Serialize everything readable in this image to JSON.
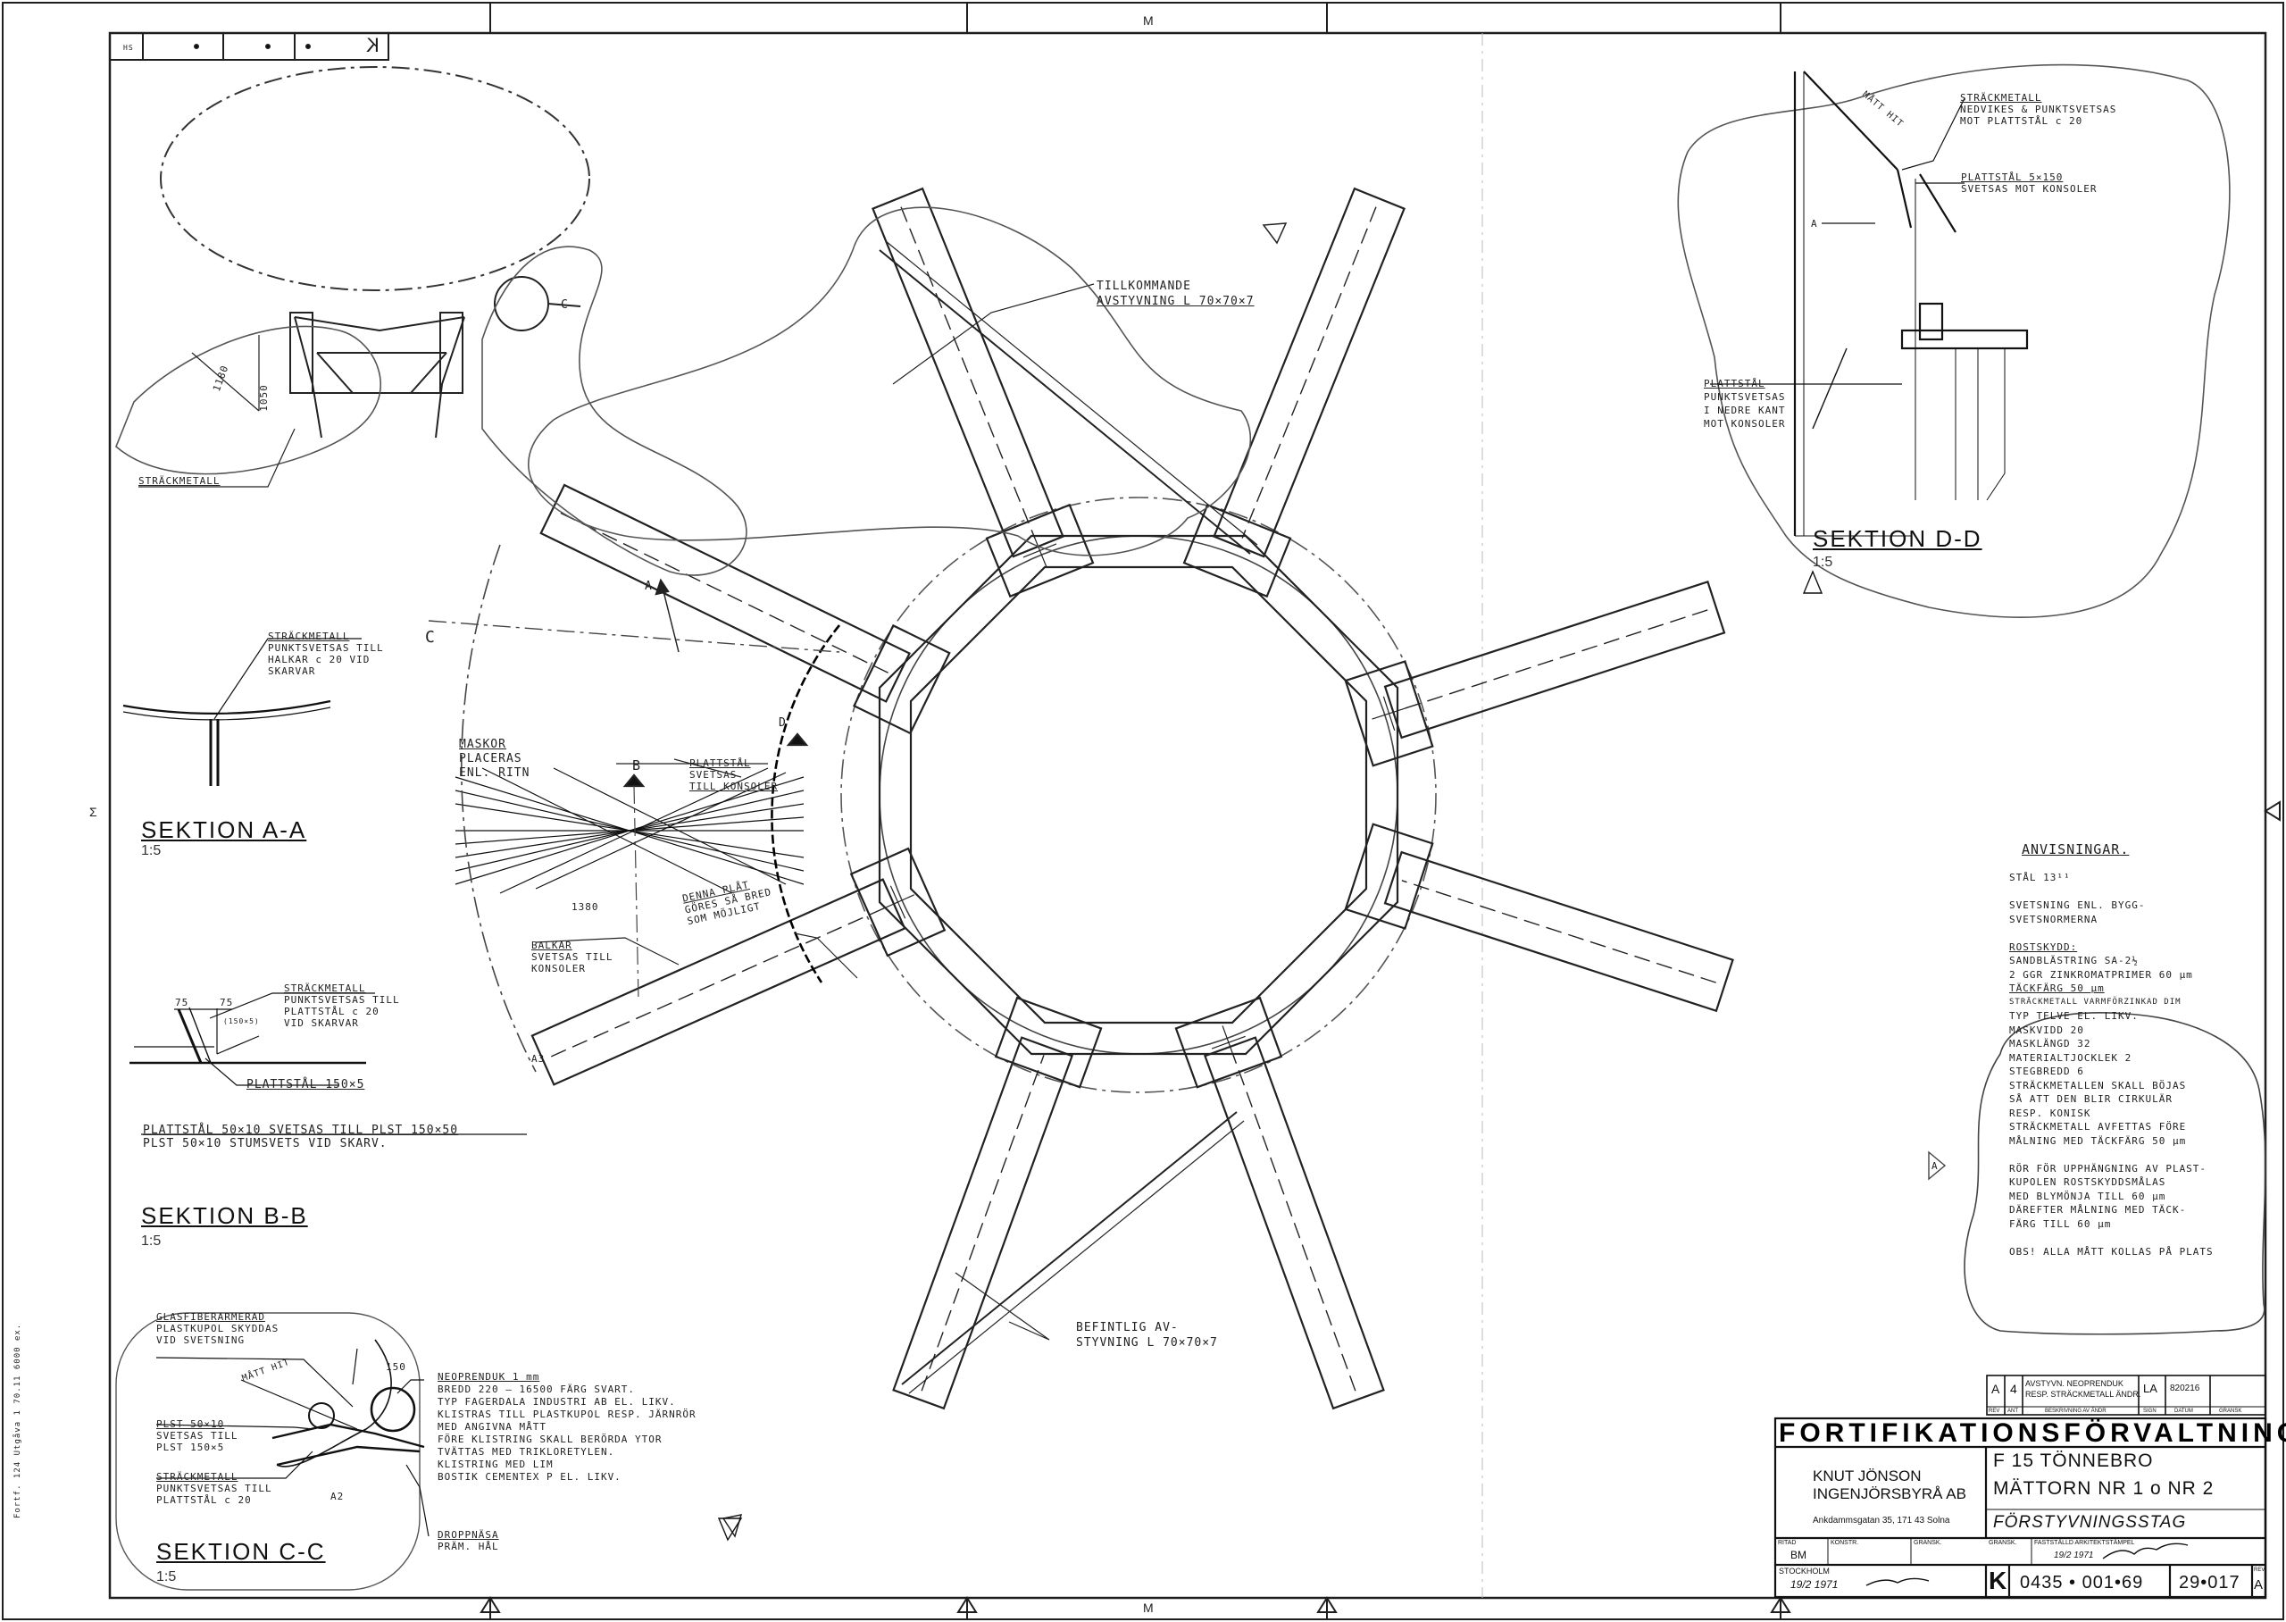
{
  "header": {
    "grid_top": "M",
    "grid_bottom": "M",
    "grid_left": "Σ",
    "corner_code": "K",
    "corner_box": "HS"
  },
  "plan": {
    "label_tillkommande": [
      "TILLKOMMANDE",
      "AVSTYVNING  L 70×70×7"
    ],
    "label_befintlig": [
      "BEFINTLIG  AV-",
      "STYVNING  L 70×70×7"
    ],
    "label_maskor": [
      "MASKOR",
      "PLACERAS",
      "ENL. RITN"
    ],
    "label_plattstal": [
      "PLATTSTÅL",
      "SVETSAS",
      "TILL KONSOLER"
    ],
    "label_denna": [
      "DENNA  PLÅT",
      "GÖRES  SÅ BRED",
      "SOM MÖJLIGT"
    ],
    "label_balkar": [
      "BALKAR",
      "SVETSAS TILL",
      "KONSOLER"
    ],
    "marker_a": "A",
    "marker_b": "B",
    "marker_c": "C",
    "marker_d": "D",
    "dim_1380": "1380",
    "marker_a3": "A3"
  },
  "section_aa": {
    "title": "SEKTION  A-A",
    "scale": "1:5",
    "note": [
      "STRÄCKMETALL",
      "PUNKTSVETSAS  TILL",
      "HALKAR  c 20  VID",
      "SKARVAR"
    ]
  },
  "section_bb": {
    "title": "SEKTION  B-B",
    "scale": "1:5",
    "note_top": [
      "STRÄCKMETALL",
      "PUNKTSVETSAS TILL",
      "PLATTSTÅL  c 20",
      "VID SKARVAR"
    ],
    "dim_75a": "75",
    "dim_75b": "75",
    "dim_slant": "(150×5)",
    "note_plattstal": "PLATTSTÅL  150×5",
    "note_bottom": [
      "PLATTSTÅL  50×10  SVETSAS TILL PLST  150×50",
      "PLST 50×10  STUMSVETS VID SKARV."
    ]
  },
  "section_cc": {
    "title": "SEKTION  C-C",
    "scale": "1:5",
    "note_glas": [
      "GLASFIBERARMERAD",
      "PLASTKUPOL  SKYDDAS",
      "VID SVETSNING"
    ],
    "note_matt": "MÅTT  HIT",
    "dim_150": "150",
    "note_plst": [
      "PLST 50×10",
      "SVETSAS TILL",
      "PLST 150×5"
    ],
    "note_strack": [
      "STRÄCKMETALL",
      "PUNKTSVETSAS TILL",
      "PLATTSTÅL  c 20"
    ],
    "note_neopren": [
      "NEOPRENDUK  1 mm",
      "BREDD  220  –  16500   FÄRG SVART.",
      "TYP FAGERDALA  INDUSTRI AB EL. LIKV.",
      "KLISTRAS  TILL  PLASTKUPOL RESP.  JÄRNRÖR",
      "MED  ANGIVNA  MÅTT",
      "FÖRE  KLISTRING  SKALL BERÖRDA YTOR",
      "TVÄTTAS MED TRIKLORETYLEN.",
      "KLISTRING  MED  LIM",
      "BOSTIK CEMENTEX  P  EL. LIKV."
    ],
    "note_dropp": [
      "DROPPNÄSA",
      "PRÄM. HÅL"
    ],
    "marker_a2": "A2",
    "upper_dims": [
      "1180",
      "1050"
    ],
    "upper_label": "STRÄCKMETALL",
    "upper_marker": "C"
  },
  "section_dd": {
    "title": "SEKTION  D-D",
    "scale": "1:5",
    "note_strack": [
      "STRÄCKMETALL",
      "NEDVIKES  &  PUNKTSVETSAS",
      "MOT PLATTSTÅL  c 20"
    ],
    "note_plattstal_top": [
      "PLATTSTÅL  5×150",
      "SVETSAS  MOT  KONSOLER"
    ],
    "note_plattstal_low": [
      "PLATTSTÅL",
      "PUNKTSVETSAS",
      "I NEDRE  KANT",
      "MOT KONSOLER"
    ],
    "matt_hit": "MÅTT  HIT",
    "marker_a": "A"
  },
  "anvisningar": {
    "title": "ANVISNINGAR.",
    "lines": [
      "STÅL  13¹¹",
      "",
      "SVETSNING  ENL.  BYGG-",
      "SVETSNORMERNA",
      "",
      "ROSTSKYDD:",
      "   SANDBLÄSTRING  SA-2½",
      "   2 GGR ZINKROMATPRIMER 60 μm",
      "   TÄCKFÄRG  50 μm",
      "STRÄCKMETALL  VARMFÖRZINKAD  DIM",
      "   TYP  TELVE  EL. LIKV.",
      "MASKVIDD  20",
      "MASKLÄNGD  32",
      "MATERIALTJOCKLEK  2",
      "STEGBREDD  6",
      "STRÄCKMETALLEN  SKALL  BÖJAS",
      "SÅ ATT DEN BLIR CIRKULÄR",
      "RESP. KONISK",
      "STRÄCKMETALL  AVFETTAS  FÖRE",
      "MÅLNING  MED  TÄCKFÄRG  50 μm",
      "",
      "RÖR  FÖR  UPPHÄNGNING  AV  PLAST-",
      "KUPOLEN  ROSTSKYDDSMÅLAS",
      "MED  BLYMÖNJA  TILL  60 μm",
      "DÄREFTER  MÅLNING  MED  TÄCK-",
      "FÄRG  TILL  60 μm",
      "",
      "OBS!  ALLA  MÅTT  KOLLAS  PÅ  PLATS"
    ],
    "marker": "A"
  },
  "revision": {
    "rev": "A",
    "ant": "4",
    "text": [
      "AVSTYVN. NEOPRENDUK",
      "RESP. STRÄCKMETALL ÄNDR."
    ],
    "sign": "LA",
    "date": "820216",
    "gransk": "",
    "hdr": [
      "REV",
      "ANT",
      "BESKRIVNING AV ÄNDR",
      "SIGN",
      "DATUM",
      "GRANSK"
    ]
  },
  "title_block": {
    "org": "FORTIFIKATIONSFÖRVALTNINGEN",
    "company1": "KNUT JÖNSON",
    "company2": "INGENJÖRSBYRÅ AB",
    "company_addr": "Ankdammsgatan 35, 171 43 Solna",
    "project1": "F 15  TÖNNEBRO",
    "project2": "MÄTTORN  NR 1  o  NR 2",
    "drawing_title": "FÖRSTYVNINGSSTAG",
    "lbl_ritad": "RITAD",
    "lbl_konstr": "KONSTR.",
    "lbl_gransk": "GRANSK.",
    "lbl_gransk2": "GRANSK.",
    "lbl_fastst": "FASTSTÄLLD  ARKITEKTSTÄMPEL",
    "ritad": "BM",
    "fastst_date": "19/2 1971",
    "place": "STOCKHOLM",
    "place_date": "19/2 1971",
    "code_letter": "K",
    "code_main": "0435 • 001•69",
    "code_sheet": "29•017",
    "lbl_rev": "REV",
    "rev_val": "A"
  },
  "margin_note": "Fortf. 124  Utgåva 1   70.11   6000 ex."
}
